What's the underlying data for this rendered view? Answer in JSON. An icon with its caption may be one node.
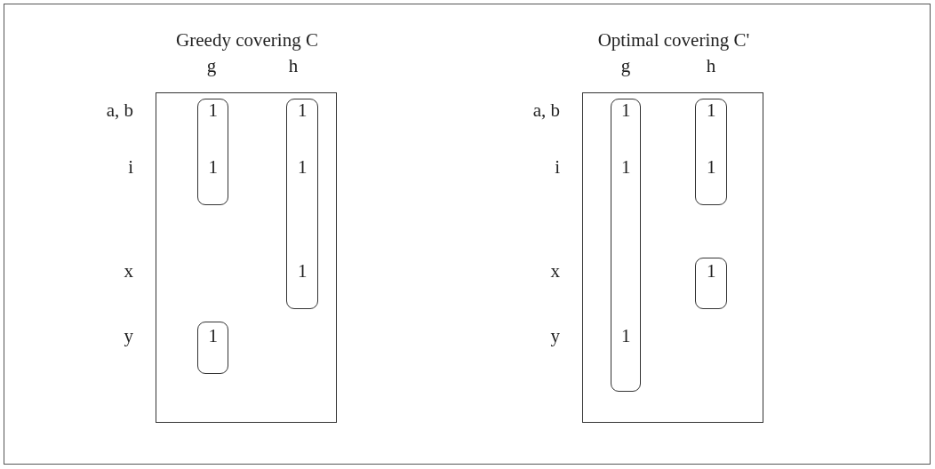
{
  "diagram": {
    "nodes": [
      {
        "text": [
          "Greedy covering C"
        ]
      },
      {
        "text": [
          "1",
          "1"
        ],
        "in": 0
      },
      {
        "text": [
          "1",
          "1",
          "1"
        ],
        "in": 0
      },
      {
        "text": [
          "1"
        ],
        "in": 0
      },
      {
        "text": [
          "Optimal covering C'"
        ]
      },
      {
        "text": [
          "1",
          "1",
          "1"
        ],
        "in": 4
      },
      {
        "text": [
          "1",
          "1"
        ],
        "in": 4
      },
      {
        "text": [
          "1"
        ],
        "in": 4
      }
    ],
    "edges": [],
    "labels": [
      "g",
      "h",
      "a, b",
      "i",
      "x",
      "y",
      "g",
      "h",
      "a, b",
      "i",
      "x",
      "y"
    ]
  }
}
